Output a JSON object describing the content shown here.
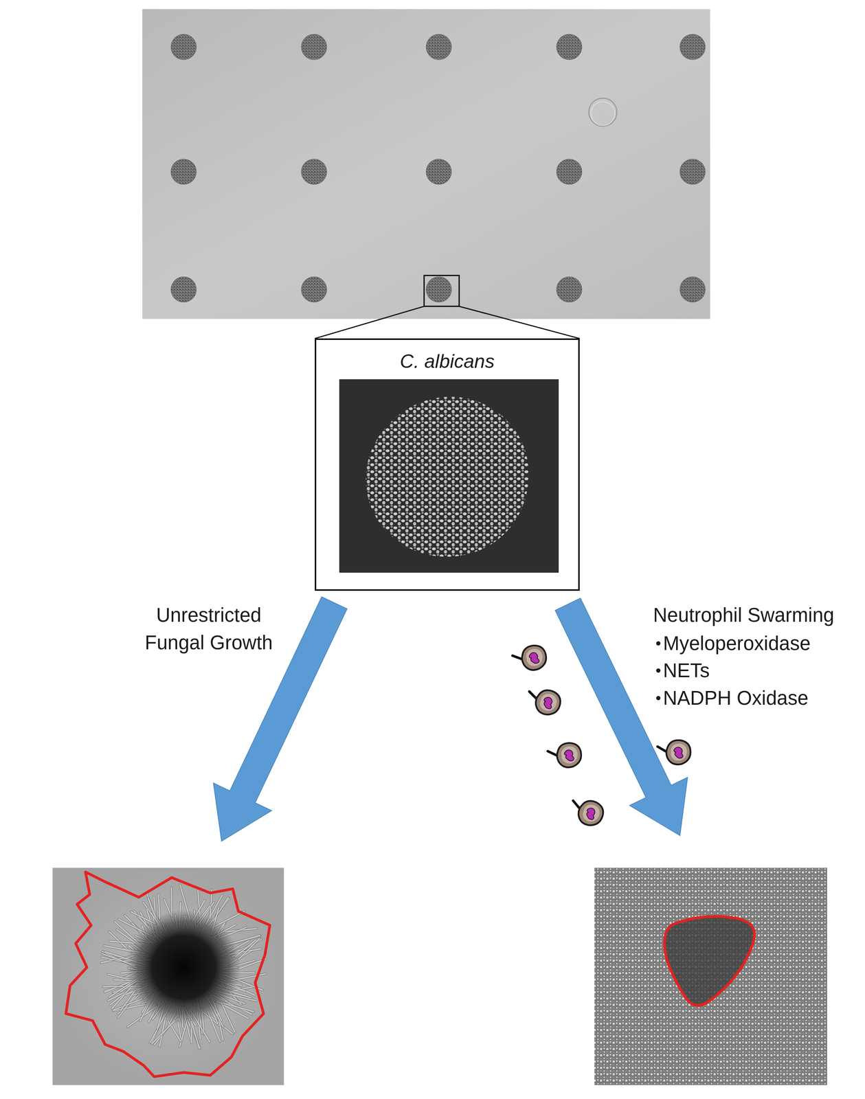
{
  "diagram": {
    "nodes": [
      {
        "text": [
          "C. albicans"
        ]
      }
    ],
    "labels": [
      "Unrestricted Fungal Growth",
      "Neutrophil Swarming",
      "Myeloperoxidase",
      "NETs",
      "NADPH Oxidase"
    ]
  }
}
